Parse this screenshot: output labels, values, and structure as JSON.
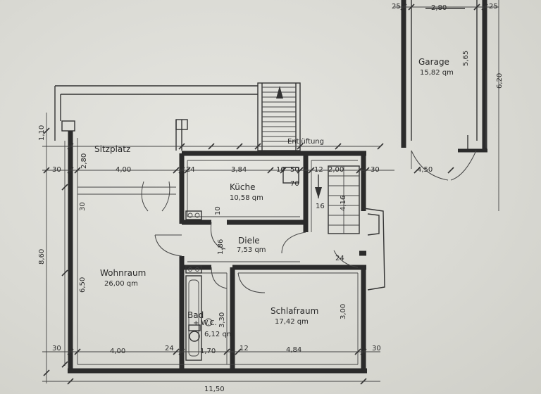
{
  "rooms": {
    "garage": {
      "name": "Garage",
      "area": "15,82 qm"
    },
    "sitzplatz": {
      "name": "Sitzplatz"
    },
    "kueche": {
      "name": "Küche",
      "area": "10,58 qm"
    },
    "diele": {
      "name": "Diele",
      "area": "7,53 qm"
    },
    "wohnraum": {
      "name": "Wohnraum",
      "area": "26,00 qm"
    },
    "bad": {
      "name": "Bad",
      "sub": "+ W.C.",
      "area": "6,12 qm"
    },
    "schlafraum": {
      "name": "Schlafraum",
      "area": "17,42 qm"
    },
    "entlueftung": {
      "name": "Entlüftung"
    }
  },
  "dimensions": {
    "garage_width": "2,80",
    "garage_left_wall": "25",
    "garage_right_wall": "25",
    "garage_depth_inner": "5,65",
    "garage_depth_total": "6,20",
    "top_offset": "1,10",
    "sitzplatz_depth": "2,80",
    "wall_left_top": "30",
    "sitzplatz_width": "4,00",
    "kitchen_wall": "24",
    "kitchen_width": "3,84",
    "kitchen_inner_1": "10",
    "kitchen_inner_2": "50",
    "kitchen_inner_3": "12",
    "stair_width": "2,00",
    "wall_right_top": "30",
    "garage_gap": "4,50",
    "kitchen_window_h": "70",
    "stair_steps": "16",
    "stair_run": "4,16",
    "wall_left_mid": "30",
    "kitchen_sep": "10",
    "diele_depth": "1,86",
    "diele_wall": "24",
    "total_depth": "8,60",
    "wohn_depth": "6,50",
    "bad_depth": "3,30",
    "schlaf_depth": "3,00",
    "wall_left_bottom": "30",
    "wohn_width": "4,00",
    "bad_wall": "24",
    "bad_width": "1,70",
    "schlaf_wall": "12",
    "schlaf_width": "4,84",
    "wall_right_bottom": "30",
    "total_width": "11,50"
  }
}
